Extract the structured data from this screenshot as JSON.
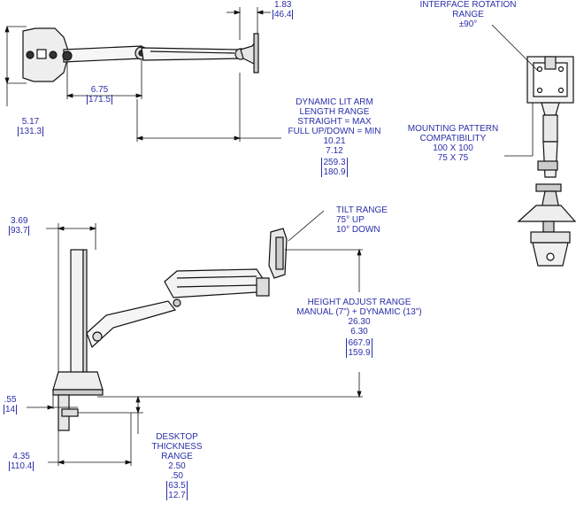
{
  "colors": {
    "ink": "#2a2fa8",
    "line": "#111111",
    "metal": "#777777"
  },
  "top_view": {
    "offset_183": {
      "in": "1.83",
      "mm": "46.4"
    },
    "offset_675": {
      "in": "6.75",
      "mm": "171.5"
    },
    "depth_517": {
      "in": "5.17",
      "mm": "131.3"
    }
  },
  "arm_length": {
    "lines": [
      "DYNAMIC LIT ARM",
      "LENGTH RANGE",
      "STRAIGHT = MAX",
      "FULL UP/DOWN = MIN"
    ],
    "in_max": "10.21",
    "in_min": "7.12",
    "mm_max": "259.3",
    "mm_min": "180.9"
  },
  "rotation": {
    "lines": [
      "INTERFACE ROTATION",
      "RANGE",
      "±90°"
    ]
  },
  "mounting": {
    "lines": [
      "MOUNTING PATTERN",
      "COMPATIBILITY",
      "100 X 100",
      "75 X 75"
    ]
  },
  "tilt": {
    "lines": [
      "TILT RANGE",
      "75° UP",
      "10° DOWN"
    ]
  },
  "pole_offset": {
    "in": "3.69",
    "mm": "93.7"
  },
  "height_adjust": {
    "lines": [
      "HEIGHT ADJUST RANGE",
      "MANUAL (7\") + DYNAMIC (13\")"
    ],
    "in_max": "26.30",
    "in_min": "6.30",
    "mm_max": "667.9",
    "mm_min": "159.9"
  },
  "clamp_thickness": {
    "in": ".55",
    "mm": "14"
  },
  "clamp_depth": {
    "in": "4.35",
    "mm": "110.4"
  },
  "desktop": {
    "lines": [
      "DESKTOP",
      "THICKNESS",
      "RANGE"
    ],
    "in_max": "2.50",
    "in_min": ".50",
    "mm_max": "63.5",
    "mm_min": "12.7"
  }
}
